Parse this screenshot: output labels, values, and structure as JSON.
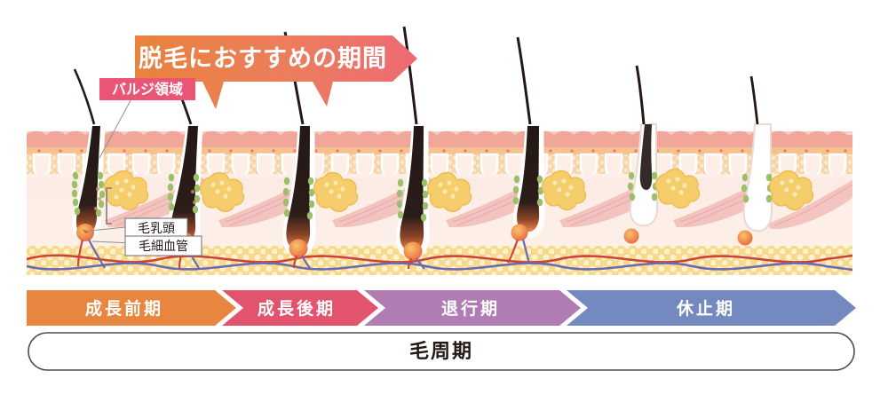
{
  "banner": {
    "text": "脱毛におすすめの期間",
    "color_left": "#e8823c",
    "color_right": "#ec6a73",
    "text_color": "#ffffff"
  },
  "bulge_label": {
    "text": "バルジ領域",
    "bg": "#ea5576",
    "text_color": "#ffffff"
  },
  "callouts": [
    {
      "text": "毛乳頭",
      "bg": "#ffffff",
      "border": "#6d6d6d",
      "text_color": "#231815"
    },
    {
      "text": "毛細血管",
      "bg": "#ffffff",
      "border": "#6d6d6d",
      "text_color": "#231815"
    }
  ],
  "phases": [
    {
      "label": "成長前期",
      "color": "#e8853f",
      "text_color": "#ffffff"
    },
    {
      "label": "成長後期",
      "color": "#e2536e",
      "text_color": "#ffffff"
    },
    {
      "label": "退行期",
      "color": "#b07cb4",
      "text_color": "#ffffff"
    },
    {
      "label": "休止期",
      "color": "#7389c0",
      "text_color": "#ffffff"
    }
  ],
  "cycle_bar": {
    "label": "毛周期",
    "border": "#4d4d4d",
    "text_color": "#231815",
    "bg": "#ffffff"
  },
  "skin": {
    "epidermis_top": "#f0a79a",
    "epidermis_band": "#f6c7ae",
    "dermis": "#fbe6e0",
    "fat": "#f7d98f",
    "fat_dot": "#fdf0c6",
    "artery": "#d4473f",
    "vein": "#6b6ab0",
    "sebaceous": "#f5cd6a",
    "bulge_cells": "#9cbf6a",
    "papilla": "#ef8159",
    "hair": "#231815",
    "muscle": "#f0b9b5"
  }
}
